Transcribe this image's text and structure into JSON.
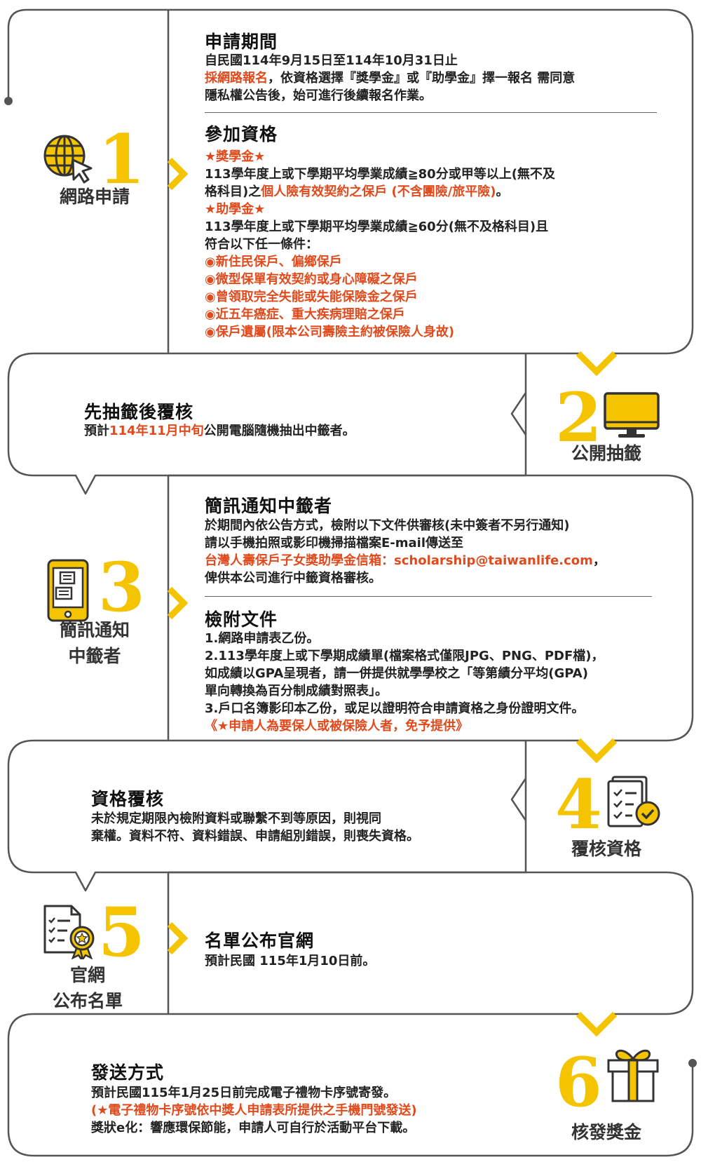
{
  "colors": {
    "accent": "#f5c400",
    "highlight": "#e04a1c",
    "border": "#555555"
  },
  "step1": {
    "number": "1",
    "label": "網路申請",
    "icon": "globe-cursor-icon",
    "period_title": "申請期間",
    "period_line1": "自民國114年9月15日至114年10月31日止",
    "period_line2_red": "採網路報名",
    "period_line2_rest": "，依資格選擇『獎學金』或『助學金』擇一報名 需同意",
    "period_line3": "隱私權公告後，始可進行後續報名作業。",
    "elig_title": "參加資格",
    "scholarship_head": "★獎學金★",
    "scholarship_line1": "113學年度上或下學期平均學業成績≧80分或甲等以上(無不及",
    "scholarship_line2_a": "格科目)之",
    "scholarship_line2_red": "個人險有效契約之保戶 (不含團險/旅平險)",
    "scholarship_line2_b": "。",
    "grant_head": "★助學金★",
    "grant_line1": "113學年度上或下學期平均學業成績≧60分(無不及格科目)且",
    "grant_line2": "符合以下任一條件：",
    "conditions": [
      "◉新住民保戶、偏鄉保戶",
      "◉微型保單有效契約或身心障礙之保戶",
      "◉曾領取完全失能或失能保險金之保戶",
      "◉近五年癌症、重大疾病理賠之保戶",
      "◉保戶遺屬(限本公司壽險主約被保險人身故)"
    ]
  },
  "step2": {
    "number": "2",
    "label": "公開抽籤",
    "icon": "monitor-icon",
    "title": "先抽籤後覆核",
    "line_a": "預計",
    "line_red": "114年11月中旬",
    "line_b": "公開電腦隨機抽出中籤者。"
  },
  "step3": {
    "number": "3",
    "label_line1": "簡訊通知",
    "label_line2": "中籤者",
    "icon": "phone-message-icon",
    "title": "簡訊通知中籤者",
    "line1": "於期間內依公告方式，檢附以下文件供審核(未中簽者不另行通知)",
    "line2": "請以手機拍照或影印機掃描檔案E-mail傳送至",
    "line3_red": "台灣人壽保戶子女獎助學金信箱：scholarship@taiwanlife.com",
    "line3_rest": "，",
    "line4": "俾供本公司進行中籤資格審核。",
    "docs_title": "檢附文件",
    "docs_line1": "1.網路申請表乙份。",
    "docs_line2": "2.113學年度上或下學期成績單(檔案格式僅限JPG、PNG、PDF檔)，",
    "docs_line3": "如成績以GPA呈現者，請一併提供就學學校之「等第績分平均(GPA)",
    "docs_line4": "單向轉換為百分制成績對照表」。",
    "docs_line5": "3.戶口名簿影印本乙份，或足以證明符合申請資格之身份證明文件。",
    "docs_line6_red": "《★申請人為要保人或被保險人者，免予提供》"
  },
  "step4": {
    "number": "4",
    "label": "覆核資格",
    "icon": "checklist-check-icon",
    "title": "資格覆核",
    "line1": "未於規定期限內檢附資料或聯繫不到等原因，則視同",
    "line2": "棄權。資料不符、資料錯誤、申請組別錯誤，則喪失資格。"
  },
  "step5": {
    "number": "5",
    "label_line1": "官網",
    "label_line2": "公布名單",
    "icon": "document-award-icon",
    "title": "名單公布官網",
    "line1": "預計民國 115年1月10日前。"
  },
  "step6": {
    "number": "6",
    "label": "核發獎金",
    "icon": "gift-icon",
    "title": "發送方式",
    "line1": "預計民國115年1月25日前完成電子禮物卡序號寄發。",
    "line2_red": "(★電子禮物卡序號依中獎人申請表所提供之手機門號發送)",
    "line3": "獎狀e化：響應環保節能，申請人可自行於活動平台下載。"
  }
}
